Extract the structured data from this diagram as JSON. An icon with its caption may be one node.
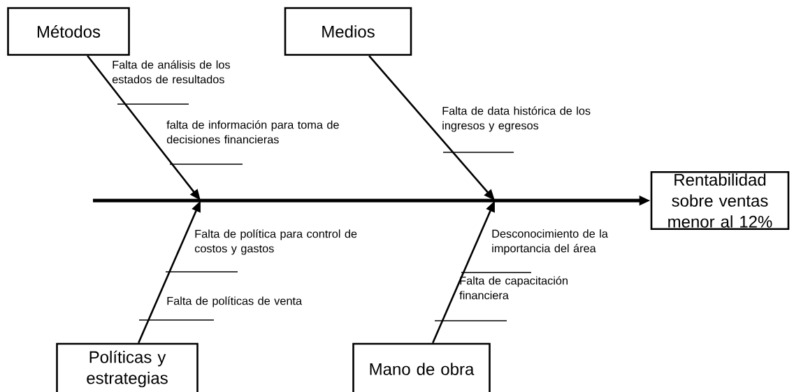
{
  "diagram": {
    "nodes": [
      {
        "text": [
          "Métodos"
        ]
      },
      {
        "text": [
          "Medios"
        ]
      },
      {
        "text": [
          "Rentabilidad sobre ventas menor al 12%"
        ]
      },
      {
        "text": [
          "Políticas y estrategias"
        ]
      },
      {
        "text": [
          "Mano de obra"
        ]
      }
    ],
    "edges": [
      {
        "from": null,
        "to": 2,
        "arrow": "to",
        "style": "thick"
      },
      {
        "from": 0,
        "to": null,
        "arrow": "to"
      },
      {
        "from": 1,
        "to": null,
        "arrow": "to"
      },
      {
        "from": 3,
        "to": null,
        "arrow": "to"
      },
      {
        "from": 4,
        "to": null,
        "arrow": "to"
      }
    ],
    "labels": [
      "Falta de análisis de los estados de resultados",
      "falta de información para toma de decisiones financieras",
      "Falta de data histórica de los ingresos y egresos",
      "Falta de política para control de costos y gastos",
      "Desconocimiento de la importancia del área",
      "Falta de capacitación financiera",
      "Falta de políticas de venta"
    ]
  }
}
